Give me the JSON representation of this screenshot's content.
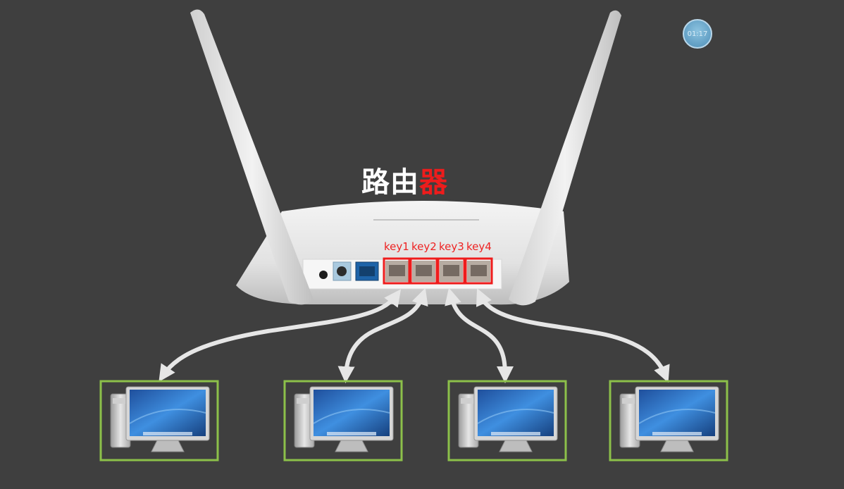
{
  "title": {
    "part1": "路由",
    "part2": "器"
  },
  "port_labels": [
    "key1",
    "key2",
    "key3",
    "key4"
  ],
  "timer": "01:17",
  "colors": {
    "background": "#3f3f3f",
    "port_highlight": "#ee1c1c",
    "computer_frame": "#8cc04a",
    "arrow": "#e6e6e6"
  }
}
